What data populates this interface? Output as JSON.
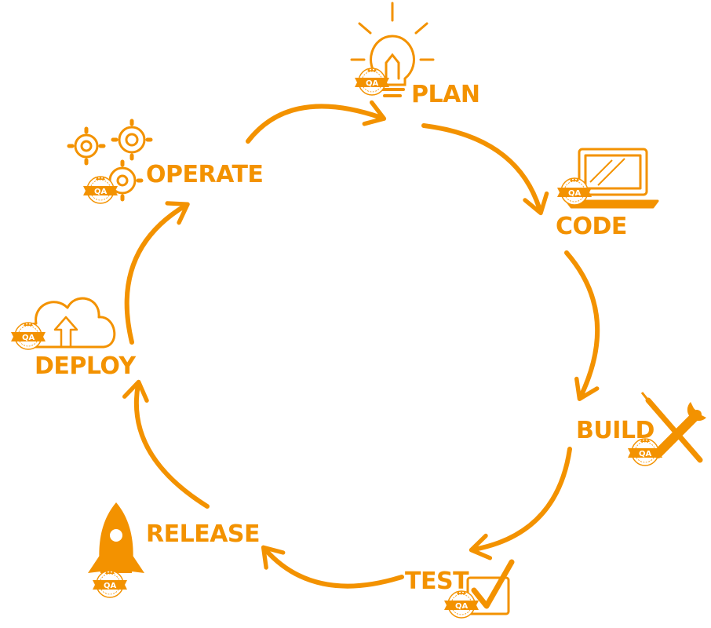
{
  "theme": {
    "accent": "#F39200",
    "white": "#FFFFFF"
  },
  "stages": {
    "plan": {
      "label": "PLAN",
      "icon": "lightbulb-icon"
    },
    "code": {
      "label": "CODE",
      "icon": "laptop-icon"
    },
    "build": {
      "label": "BUILD",
      "icon": "wrench-screwdriver-icon"
    },
    "test": {
      "label": "TEST",
      "icon": "checkbox-icon"
    },
    "release": {
      "label": "RELEASE",
      "icon": "rocket-icon"
    },
    "deploy": {
      "label": "DEPLOY",
      "icon": "cloud-upload-icon"
    },
    "operate": {
      "label": "OPERATE",
      "icon": "gears-icon"
    }
  },
  "badge": {
    "text": "QA",
    "icon": "qa-badge-icon"
  }
}
